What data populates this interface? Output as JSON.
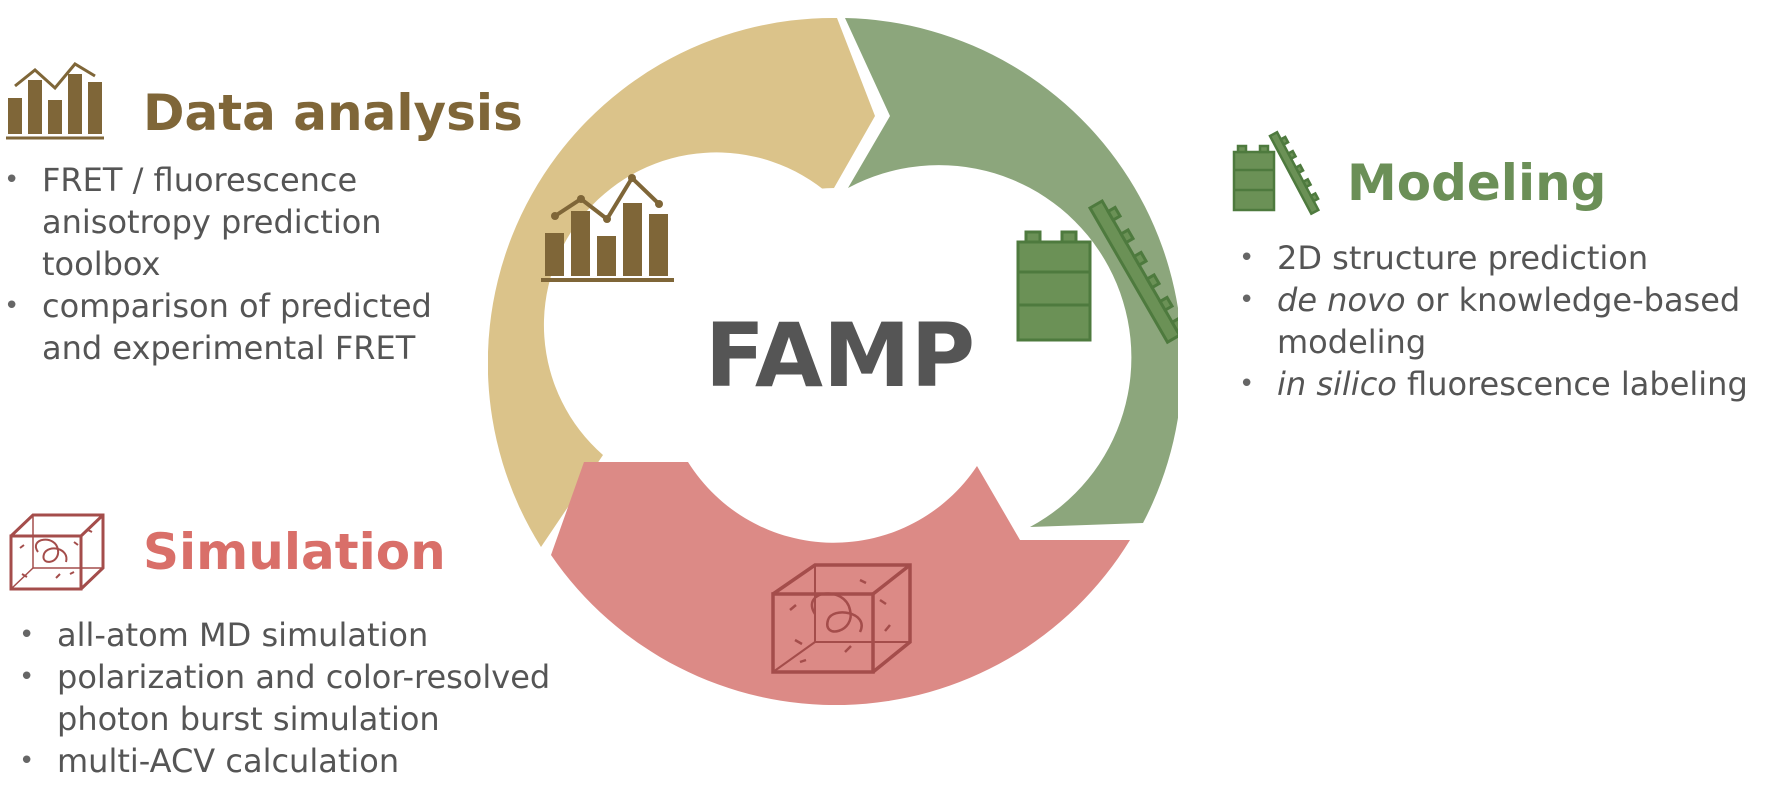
{
  "center_label": "FAMP",
  "colors": {
    "data_analysis": "#DBC38A",
    "data_analysis_dark": "#7F6638",
    "modeling": "#8CA67C",
    "modeling_dark": "#5E8A4B",
    "simulation": "#DC8A86",
    "simulation_dark": "#A44D4B"
  },
  "data_analysis": {
    "title": "Data analysis",
    "icon": "bar-chart-icon",
    "items": [
      "FRET / fluorescence anisotropy prediction toolbox",
      "comparison of predicted and experimental FRET"
    ]
  },
  "modeling": {
    "title": "Modeling",
    "icon": "building-blocks-icon",
    "items": [
      {
        "em": "",
        "text": "2D structure prediction"
      },
      {
        "em": "de novo",
        "text": " or knowledge-based modeling"
      },
      {
        "em": "in silico",
        "text": " fluorescence labeling"
      }
    ]
  },
  "simulation": {
    "title": "Simulation",
    "icon": "simulation-box-icon",
    "items": [
      "all-atom MD simulation",
      "polarization and color-resolved photon burst simulation",
      "multi-ACV calculation"
    ]
  }
}
